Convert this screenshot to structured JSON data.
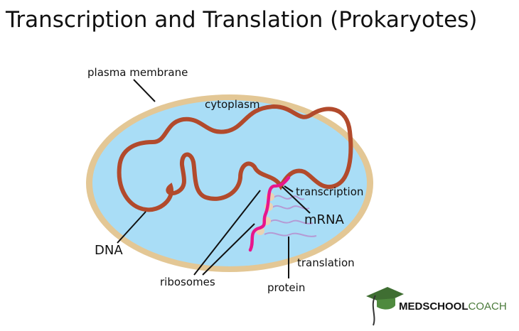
{
  "title": "Transcription and Translation (Prokaryotes)",
  "labels": {
    "plasma_membrane": "plasma membrane",
    "cytoplasm": "cytoplasm",
    "transcription": "transcription",
    "mrna": "mRNA",
    "dna": "DNA",
    "translation": "translation",
    "ribosomes": "ribosomes",
    "protein": "protein"
  },
  "logo": {
    "bold": "MEDSCHOOL",
    "light": "COACH"
  },
  "colors": {
    "membrane": "#e3c795",
    "cytoplasm": "#a9ddf6",
    "dna": "#b24a2c",
    "mrna": "#e8168c",
    "ribosome": "#ead2b4",
    "protein": "#b59ad4",
    "logo_green": "#4a7a3a"
  }
}
